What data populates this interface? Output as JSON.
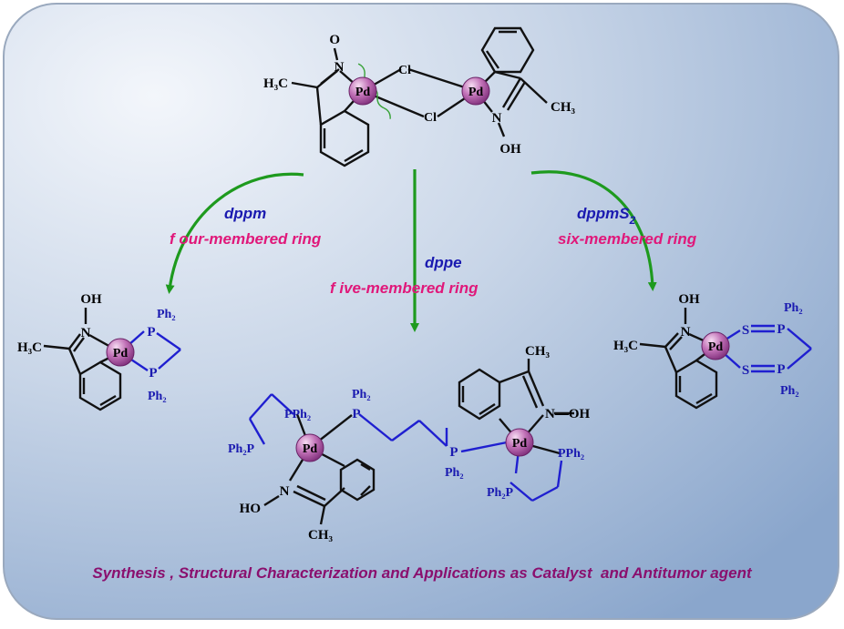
{
  "colors": {
    "bond_black": "#111111",
    "bond_blue": "#1f1fd0",
    "arrow_green": "#1e9a1e",
    "label_blue": "#1a1ab0",
    "label_pink": "#e0187a",
    "caption_purple": "#8a0f6e",
    "panel_light": "#eef3fa",
    "panel_dark": "#8ea9cf"
  },
  "atoms": {
    "pd": "Pd",
    "cl": "Cl",
    "n": "N",
    "o": "O",
    "oh": "OH",
    "ho": "HO",
    "n_oh": "N—OH",
    "h3c": "H₃C",
    "ch3": "CH₃",
    "p": "P",
    "s": "S",
    "ph2": "Ph₂",
    "pph2": "PPh₂",
    "ph2p": "Ph₂P"
  },
  "routes": {
    "left": {
      "reagent": "dppm",
      "ring": "f our-membered ring"
    },
    "center": {
      "reagent": "dppe",
      "ring": "f ive-membered ring"
    },
    "right": {
      "reagent": "dppmS",
      "reagent_sub": "2",
      "ring": "six-membered ring"
    }
  },
  "caption": "Synthesis , Structural Characterization and Applications as Catalyst  and Antitumor agent"
}
